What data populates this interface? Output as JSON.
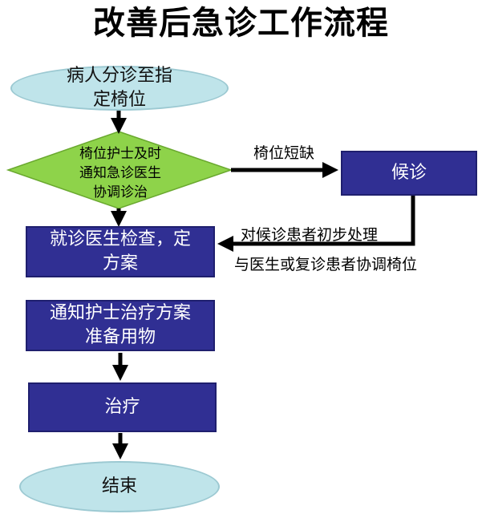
{
  "title": "改善后急诊工作流程",
  "nodes": {
    "start": "病人分诊至指\n定椅位",
    "decision": "椅位护士及时\n通知急诊医生\n协调诊治",
    "exam": "就诊医生检查，定\n方案",
    "notify": "通知护士治疗方案\n准备用物",
    "treat": "治疗",
    "end": "结束",
    "wait": "候诊"
  },
  "labels": {
    "shortage": "椅位短缺",
    "preliminary": "对候诊患者初步处理",
    "coordinate": "与医生或复诊患者协调椅位"
  },
  "colors": {
    "ellipse_fill": "#bfe4ea",
    "diamond_fill": "#8ed34a",
    "box_fill": "#302f93",
    "arrow": "#000000"
  }
}
